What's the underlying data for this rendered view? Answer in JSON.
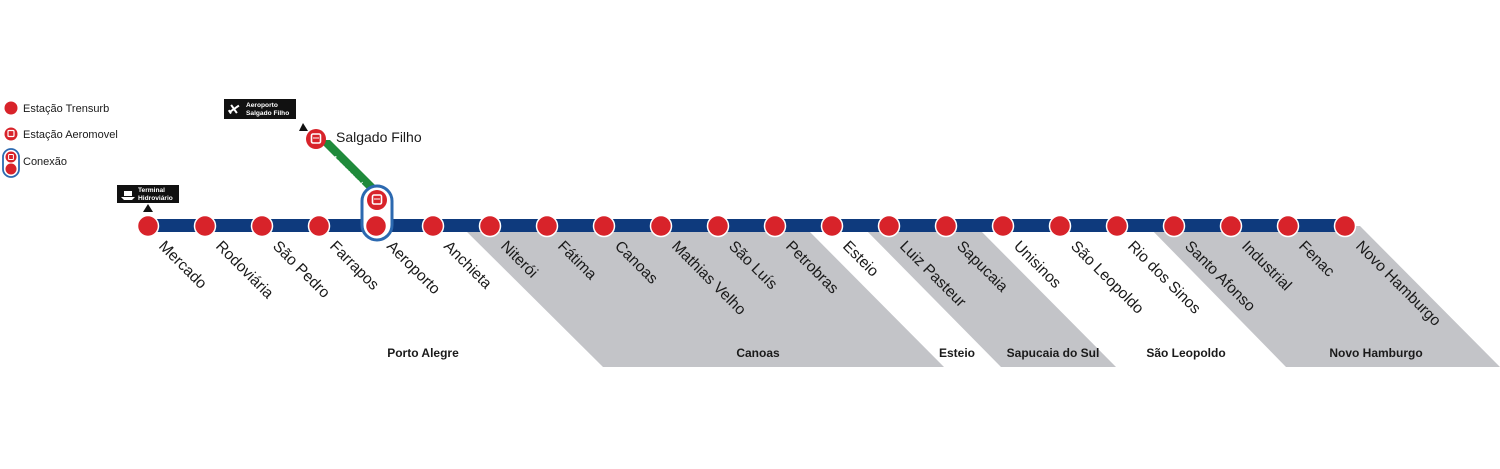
{
  "colors": {
    "line": "#0e3a7d",
    "station": "#d8232a",
    "aeromovel_track": "#1f8a3b",
    "city_band": "#c3c4c8",
    "sign_bg": "#111111"
  },
  "legend": [
    {
      "label": "Estação Trensurb",
      "icon": "station-dot-icon"
    },
    {
      "label": "Estação Aeromovel",
      "icon": "aeromovel-station-icon"
    },
    {
      "label": "Conexão",
      "icon": "connection-icon"
    }
  ],
  "airport_sign": {
    "line1": "Aeroporto",
    "line2": "Salgado Filho",
    "icon": "airplane-icon"
  },
  "ferry_sign": {
    "line1": "Terminal",
    "line2": "Hidroviário",
    "icon": "ferry-icon"
  },
  "aeromovel": {
    "label": "Aeromovel",
    "station": "Salgado Filho"
  },
  "stations": [
    "Mercado",
    "Rodoviária",
    "São Pedro",
    "Farrapos",
    "Aeroporto",
    "Anchieta",
    "Niterói",
    "Fátima",
    "Canoas",
    "Mathias Velho",
    "São Luís",
    "Petrobras",
    "Esteio",
    "Luiz Pasteur",
    "Sapucaia",
    "Unisinos",
    "São Leopoldo",
    "Rio dos Sinos",
    "Santo Afonso",
    "Industrial",
    "Fenac",
    "Novo Hamburgo"
  ],
  "cities": [
    "Porto Alegre",
    "Canoas",
    "Esteio",
    "Sapucaia do Sul",
    "São Leopoldo",
    "Novo Hamburgo"
  ]
}
